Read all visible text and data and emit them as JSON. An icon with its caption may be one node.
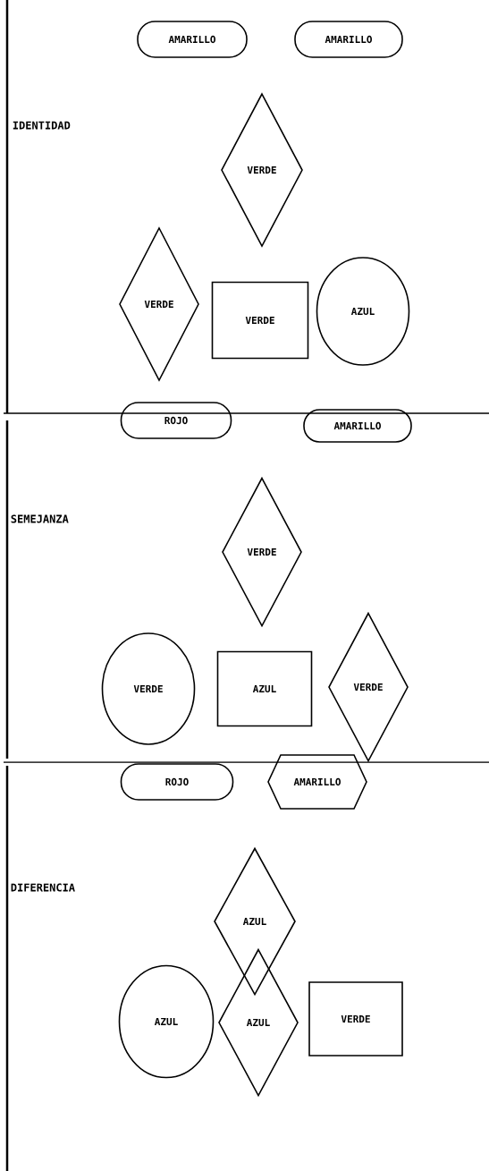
{
  "diagram": {
    "nodes": [
      {
        "text": [
          "AMARILLO"
        ]
      },
      {
        "text": [
          "AMARILLO"
        ]
      },
      {
        "text": [
          "VERDE"
        ]
      },
      {
        "text": [
          "VERDE"
        ]
      },
      {
        "text": [
          "VERDE"
        ]
      },
      {
        "text": [
          "AZUL"
        ]
      },
      {
        "text": [
          "ROJO"
        ]
      },
      {
        "text": [
          "AMARILLO"
        ]
      },
      {
        "text": [
          "VERDE"
        ]
      },
      {
        "text": [
          "VERDE"
        ]
      },
      {
        "text": [
          "AZUL"
        ]
      },
      {
        "text": [
          "VERDE"
        ]
      },
      {
        "text": [
          "ROJO"
        ]
      },
      {
        "text": [
          "AMARILLO"
        ]
      },
      {
        "text": [
          "AZUL"
        ]
      },
      {
        "text": [
          "AZUL"
        ]
      },
      {
        "text": [
          "AZUL"
        ]
      },
      {
        "text": [
          "VERDE"
        ]
      }
    ],
    "labels": [
      "IDENTIDAD",
      "SEMEJANZA",
      "DIFERENCIA"
    ]
  }
}
